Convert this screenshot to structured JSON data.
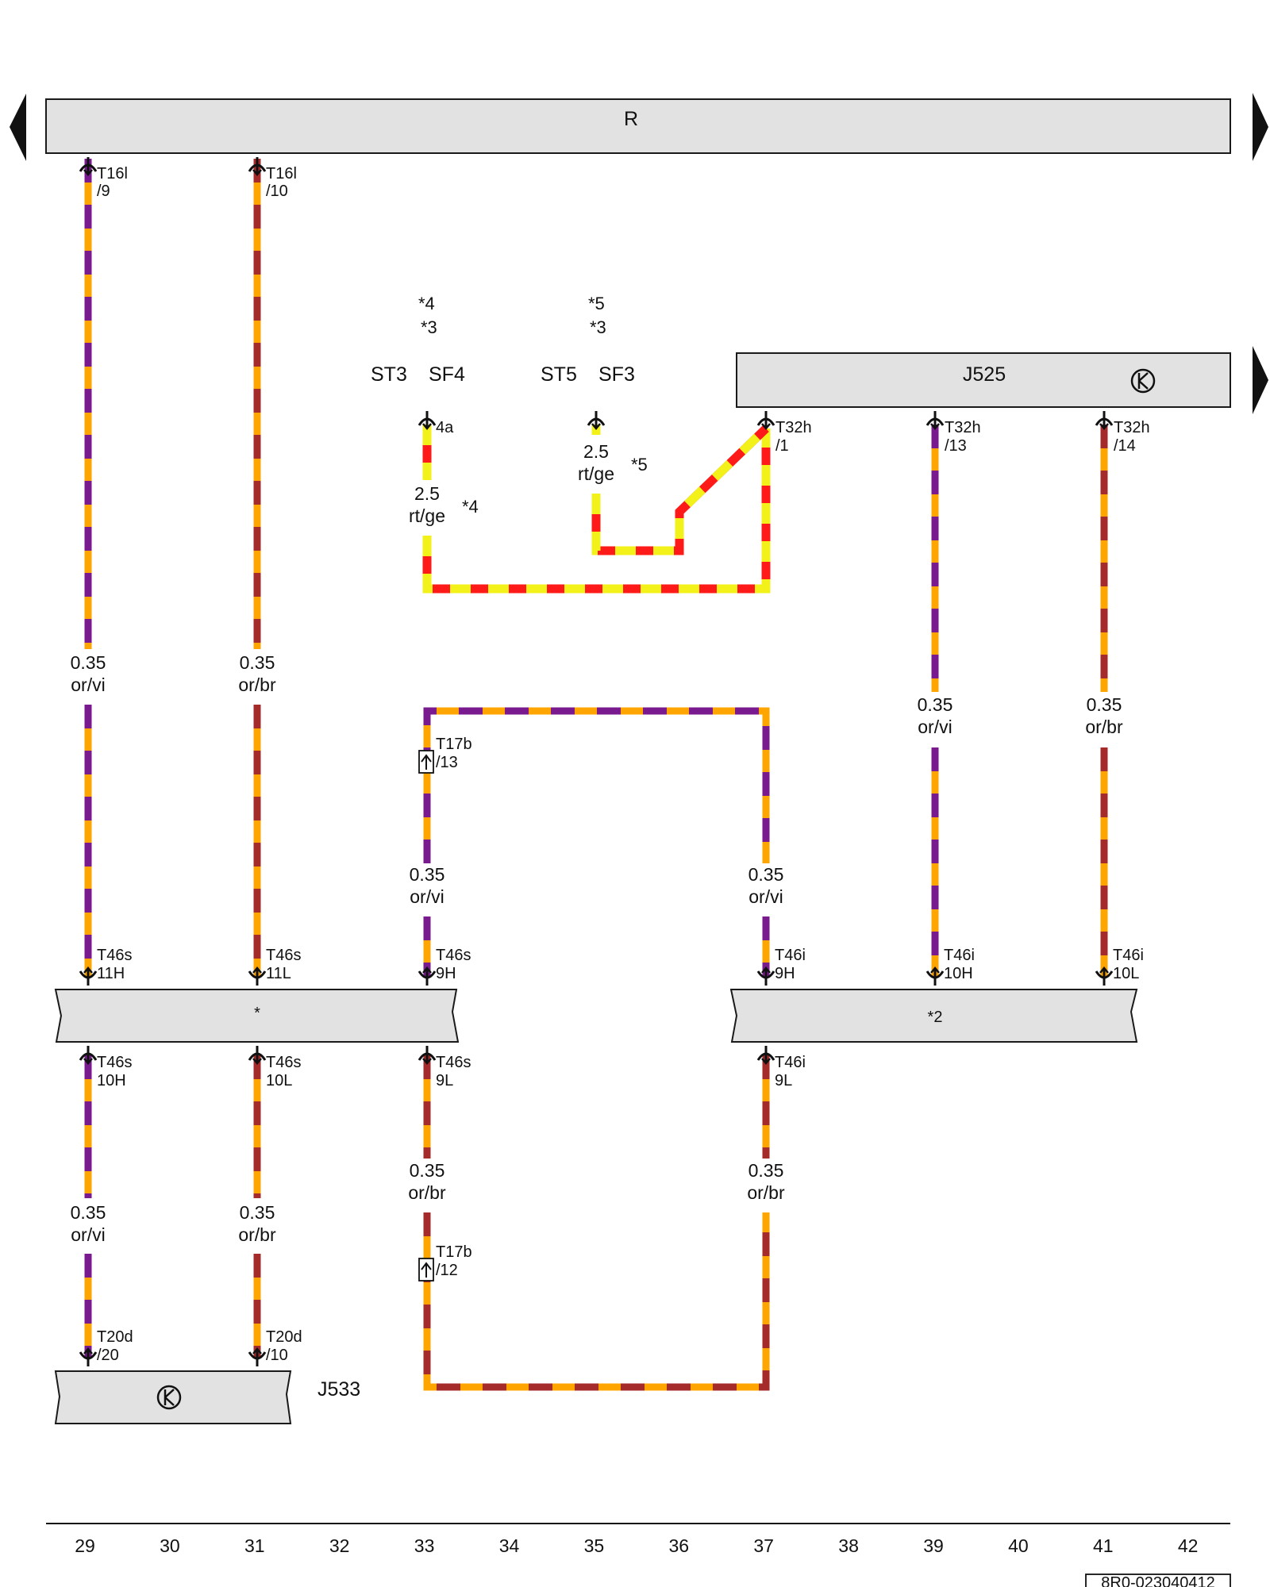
{
  "colors": {
    "or": "#FFA500",
    "vi": "#7A1A8F",
    "br": "#A52A2A",
    "rt": "#FF1A1A",
    "ge": "#F2F21A",
    "component_fill": "#E2E2E2",
    "outline": "#1A1A1A"
  },
  "components": {
    "R": "R",
    "J525": "J525",
    "J533": "J533",
    "star": "*",
    "star2": "*2"
  },
  "icons": {
    "k_symbol": "k-diagnostic-icon",
    "nav_arrow": "page-nav-arrow-icon",
    "connector": "connector-icon"
  },
  "splices": {
    "st3": "ST3",
    "sf4": "SF4",
    "st5": "ST5",
    "sf3": "SF3",
    "footnote_st3": "*4",
    "footnote_sf4": "*3",
    "footnote_st5": "*5",
    "footnote_sf3": "*3"
  },
  "pins": {
    "t16l_9": {
      "a": "T16l",
      "b": "/9"
    },
    "t16l_10": {
      "a": "T16l",
      "b": "/10"
    },
    "sf4_4a": {
      "a": "4a"
    },
    "t32h_1": {
      "a": "T32h",
      "b": "/1"
    },
    "t32h_13": {
      "a": "T32h",
      "b": "/13"
    },
    "t32h_14": {
      "a": "T32h",
      "b": "/14"
    },
    "t17b_13": {
      "a": "T17b",
      "b": "/13"
    },
    "t17b_12": {
      "a": "T17b",
      "b": "/12"
    },
    "t46s_11h": {
      "a": "T46s",
      "b": "11H"
    },
    "t46s_11l": {
      "a": "T46s",
      "b": "11L"
    },
    "t46s_9h": {
      "a": "T46s",
      "b": "9H"
    },
    "t46i_9h": {
      "a": "T46i",
      "b": "9H"
    },
    "t46i_10h": {
      "a": "T46i",
      "b": "10H"
    },
    "t46i_10l": {
      "a": "T46i",
      "b": "10L"
    },
    "t46s_10h": {
      "a": "T46s",
      "b": "10H"
    },
    "t46s_10l": {
      "a": "T46s",
      "b": "10L"
    },
    "t46s_9l": {
      "a": "T46s",
      "b": "9L"
    },
    "t46i_9l": {
      "a": "T46i",
      "b": "9L"
    },
    "t20d_20": {
      "a": "T20d",
      "b": "/20"
    },
    "t20d_10": {
      "a": "T20d",
      "b": "/10"
    }
  },
  "wires": {
    "w29a": {
      "size": "0.35",
      "color": "or/vi"
    },
    "w31a": {
      "size": "0.35",
      "color": "or/br"
    },
    "w33_sf4": {
      "size": "2.5",
      "color": "rt/ge",
      "note": "*4"
    },
    "w35_sf3": {
      "size": "2.5",
      "color": "rt/ge",
      "note": "*5"
    },
    "w39": {
      "size": "0.35",
      "color": "or/vi"
    },
    "w41": {
      "size": "0.35",
      "color": "or/br"
    },
    "w33b": {
      "size": "0.35",
      "color": "or/vi"
    },
    "w37b": {
      "size": "0.35",
      "color": "or/vi"
    },
    "w29b": {
      "size": "0.35",
      "color": "or/vi"
    },
    "w31b": {
      "size": "0.35",
      "color": "or/br"
    },
    "w33c": {
      "size": "0.35",
      "color": "or/br"
    },
    "w37c": {
      "size": "0.35",
      "color": "or/br"
    }
  },
  "columns": [
    "29",
    "30",
    "31",
    "32",
    "33",
    "34",
    "35",
    "36",
    "37",
    "38",
    "39",
    "40",
    "41",
    "42"
  ],
  "doc_id": "8R0-023040412"
}
